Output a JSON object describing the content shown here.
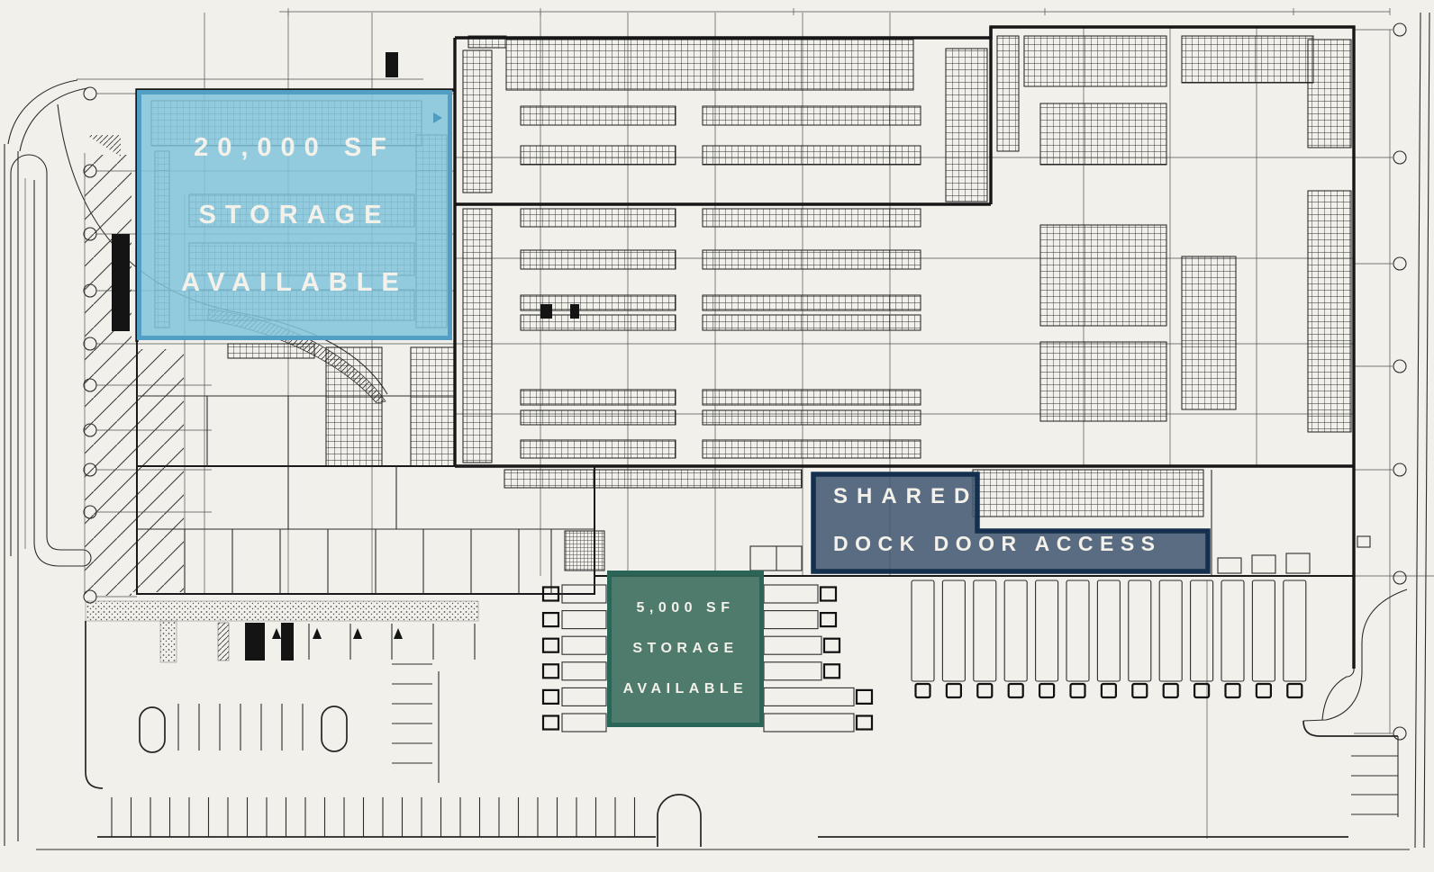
{
  "plan": {
    "background_color": "#f2f0ea",
    "drawing_line_color": "#1d1d1d"
  },
  "overlays": {
    "storage_20000": {
      "label_line_1": "20,000 SF",
      "label_line_2": "STORAGE",
      "label_line_3": "AVAILABLE",
      "fill_color": "#8ac3dc",
      "border_color": "#519fc4",
      "text_color": "#f3f1ea"
    },
    "shared_dock": {
      "label_line_1": "SHARED",
      "label_line_2": "DOCK DOOR ACCESS",
      "fill_color": "#40566f",
      "border_color": "#14304e",
      "text_color": "#f3f1ea"
    },
    "storage_5000": {
      "label_line_1": "5,000 SF",
      "label_line_2": "STORAGE",
      "label_line_3": "AVAILABLE",
      "fill_color": "#34685a",
      "border_color": "#2b6557",
      "text_color": "#f3f1ea"
    }
  }
}
